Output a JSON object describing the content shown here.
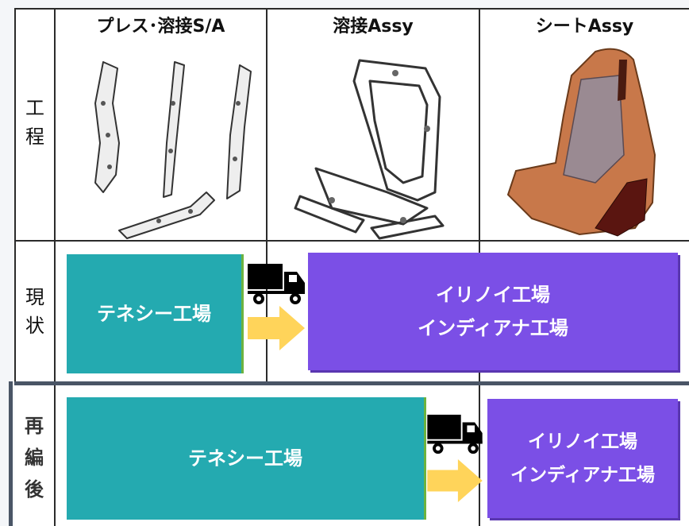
{
  "table": {
    "headers": [
      "プレス･溶接S/A",
      "溶接Assy",
      "シートAssy"
    ],
    "rows": {
      "process": {
        "label": [
          "工",
          "程"
        ]
      },
      "current": {
        "label": [
          "現",
          "状"
        ],
        "source_plant": "テネシー工場",
        "dest_plants": [
          "イリノイ工場",
          "インディアナ工場"
        ]
      },
      "after": {
        "label": [
          "再",
          "編",
          "後"
        ],
        "source_plant": "テネシー工場",
        "dest_plants": [
          "イリノイ工場",
          "インディアナ工場"
        ]
      }
    }
  },
  "icons": [
    "truck-icon",
    "arrow-right-icon",
    "seat-frame-parts-image",
    "welded-seat-frame-image",
    "seat-assembly-image"
  ],
  "colors": {
    "teal_box": "#24aab0",
    "purple_box": "#7b4fe6",
    "arrow": "#ffd45a",
    "seat": "#c8784a"
  }
}
